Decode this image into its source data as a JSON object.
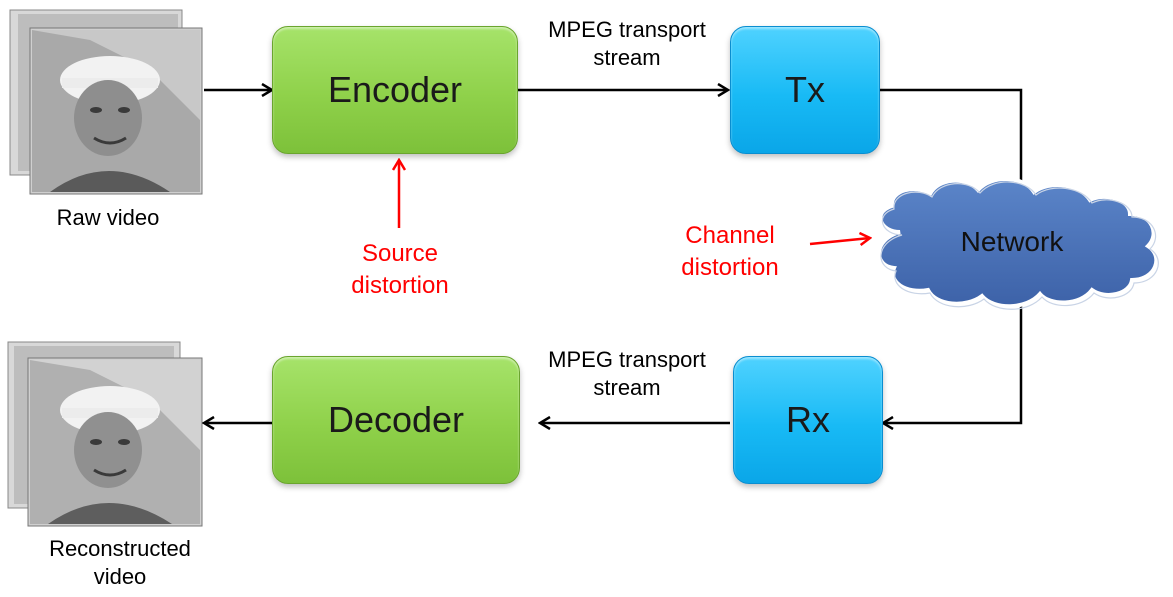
{
  "nodes": {
    "encoder": "Encoder",
    "tx": "Tx",
    "network": "Network",
    "rx": "Rx",
    "decoder": "Decoder"
  },
  "labels": {
    "raw_video": "Raw video",
    "reconstructed_line1": "Reconstructed",
    "reconstructed_line2": "video",
    "stream_top_line1": "MPEG transport",
    "stream_top_line2": "stream",
    "stream_bottom_line1": "MPEG transport",
    "stream_bottom_line2": "stream",
    "source_distortion_line1": "Source",
    "source_distortion_line2": "distortion",
    "channel_distortion_line1": "Channel",
    "channel_distortion_line2": "distortion"
  },
  "colors": {
    "process_box": "#8fd14a",
    "transceiver_box": "#18baf5",
    "network_cloud": "#4a6fb5",
    "distortion_text": "#ff0000",
    "arrow": "#000000"
  },
  "icons": {
    "raw_video_frames": "video-frames-icon",
    "reconstructed_video_frames": "video-frames-icon",
    "network": "cloud-icon"
  }
}
